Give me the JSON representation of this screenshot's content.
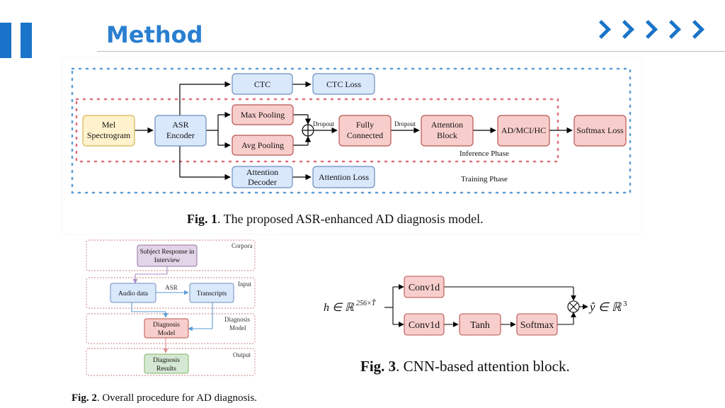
{
  "slide": {
    "title": "Method"
  },
  "fig1": {
    "caption_label": "Fig. 1",
    "caption_text": ". The proposed ASR-enhanced AD diagnosis model.",
    "nodes": {
      "mel": [
        "Mel",
        "Spectrogram"
      ],
      "asr": [
        "ASR",
        "Encoder"
      ],
      "ctc": [
        "CTC"
      ],
      "ctc_loss": [
        "CTC Loss"
      ],
      "max_pool": [
        "Max Pooling"
      ],
      "avg_pool": [
        "Avg Pooling"
      ],
      "fully": [
        "Fully",
        "Connected"
      ],
      "attn_block": [
        "Attention",
        "Block"
      ],
      "admci": [
        "AD/MCI/HC"
      ],
      "softmax_loss": [
        "Softmax Loss"
      ],
      "attn_dec": [
        "Attention",
        "Decoder"
      ],
      "attn_loss": [
        "Attention Loss"
      ]
    },
    "dropout1": "Dropout",
    "dropout2": "Dropout",
    "inference_label": "Inference Phase",
    "training_label": "Training Phase"
  },
  "fig2": {
    "caption_label": "Fig. 2",
    "caption_text": ". Overall procedure for AD diagnosis.",
    "section_corpora": "Corpora",
    "section_input": "Input",
    "section_diag": [
      "Diagnosis",
      "Model"
    ],
    "section_output": "Output",
    "nodes": {
      "subject": [
        "Subject Response in",
        "Interview"
      ],
      "audio": [
        "Audio data"
      ],
      "transcripts": [
        "Transcripts"
      ],
      "diag_model": [
        "Diagnosis",
        "Model"
      ],
      "diag_results": [
        "Diagnosis",
        "Results"
      ]
    },
    "asr_label": "ASR"
  },
  "fig3": {
    "caption_label": "Fig. 3",
    "caption_text": ". CNN-based attention block.",
    "input_label": "h ∈ ℝ",
    "input_sup": "256×T̂",
    "output_label": "ŷ ∈ ℝ",
    "output_sup": "3",
    "nodes": {
      "conv_top": [
        "Conv1d"
      ],
      "conv_bot": [
        "Conv1d"
      ],
      "tanh": [
        "Tanh"
      ],
      "softmax": [
        "Softmax"
      ]
    }
  },
  "colors": {
    "accent": "#1a73c8",
    "blue_fill": "#dae8fc",
    "blue_stroke": "#6c8ebf",
    "red_fill": "#f8cecc",
    "red_stroke": "#b85450",
    "yellow_fill": "#fff2cc",
    "yellow_stroke": "#d6b656",
    "purple_fill": "#e1d5e7",
    "purple_stroke": "#9673a6",
    "green_fill": "#d5e8d4",
    "green_stroke": "#82b366"
  }
}
